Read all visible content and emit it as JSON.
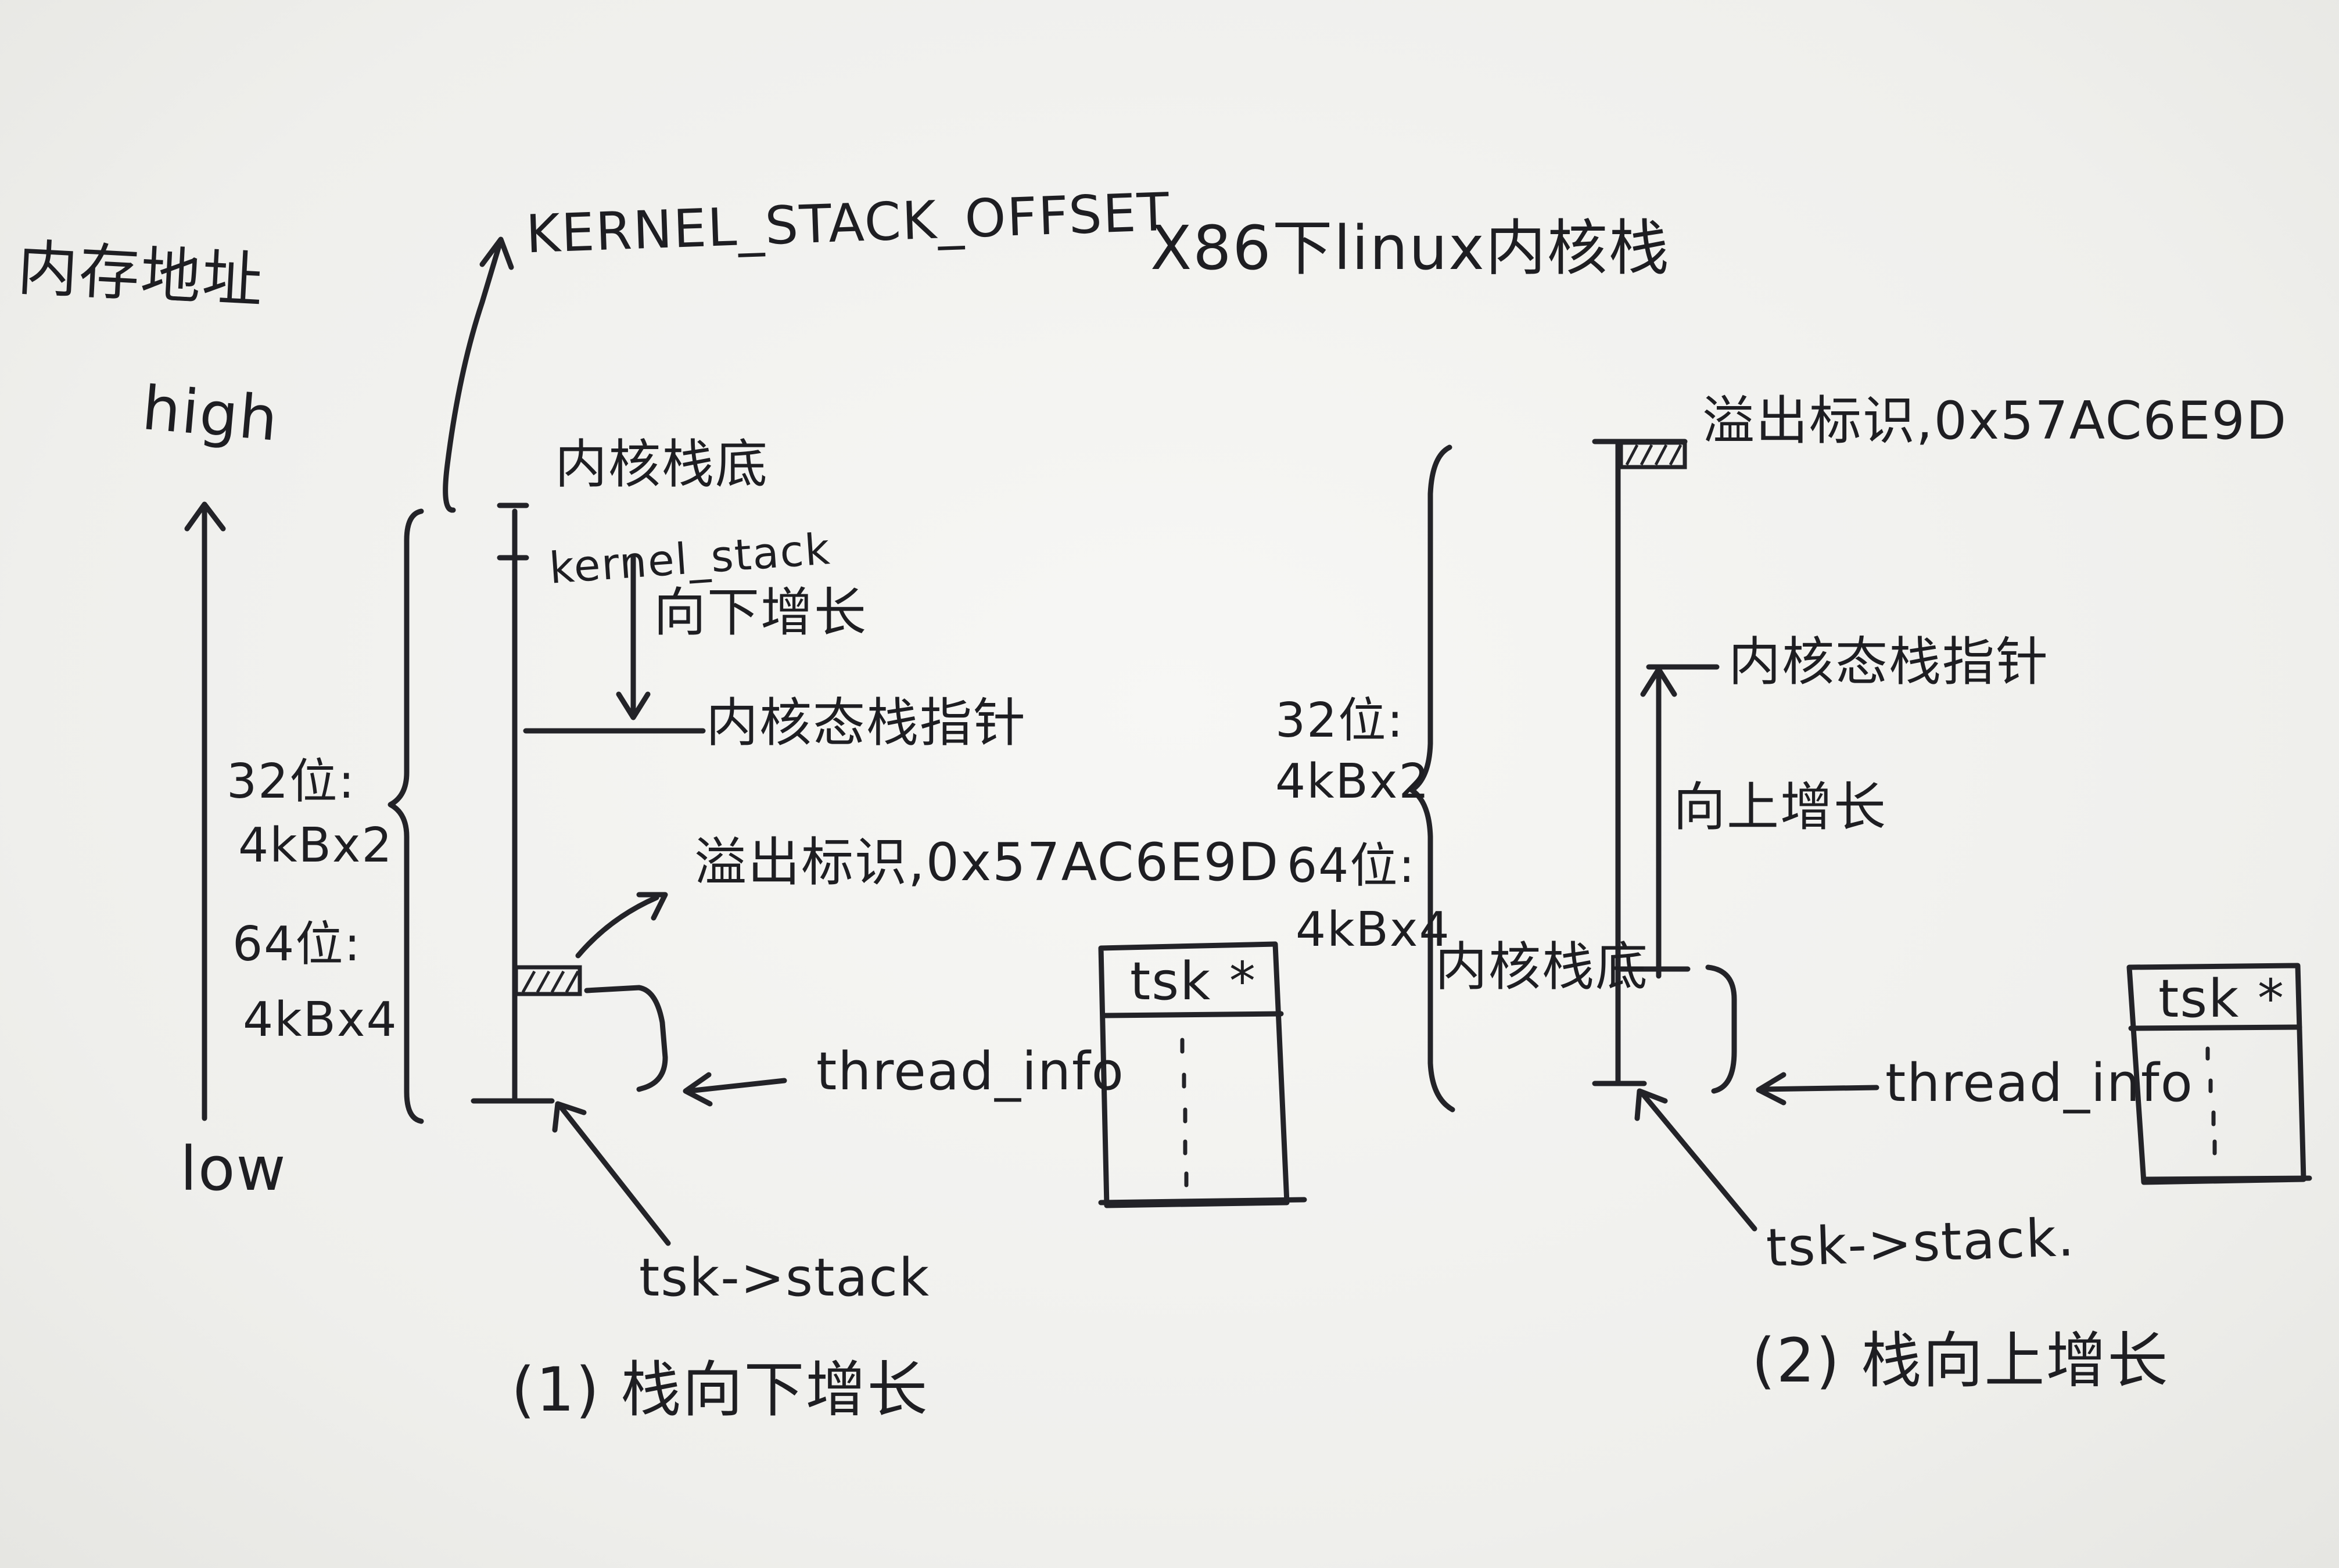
{
  "header": {
    "title": "X86下linux内核栈",
    "offset_label": "KERNEL_STACK_OFFSET"
  },
  "axis": {
    "heading": "内存地址",
    "high": "high",
    "low": "low"
  },
  "size_note": {
    "bit32": "32位:",
    "size32": "4kBx2",
    "bit64": "64位:",
    "size64": "4kBx4"
  },
  "left_panel": {
    "stack_bottom": "内核栈底",
    "kernel_stack": "kernel_stack",
    "grow_down": "向下增长",
    "stack_pointer": "内核态栈指针",
    "overflow_mark": "溢出标识,0x57AC6E9D",
    "thread_info": "thread_info",
    "tsk_stack": "tsk->stack",
    "task_header": "tsk *",
    "caption": "(1) 栈向下增长"
  },
  "right_panel": {
    "overflow_mark": "溢出标识,0x57AC6E9D",
    "stack_pointer": "内核态栈指针",
    "grow_up": "向上增长",
    "stack_bottom": "内核栈底",
    "thread_info": "thread_info",
    "tsk_stack": "tsk->stack.",
    "task_header": "tsk *",
    "caption": "(2) 栈向上增长"
  }
}
